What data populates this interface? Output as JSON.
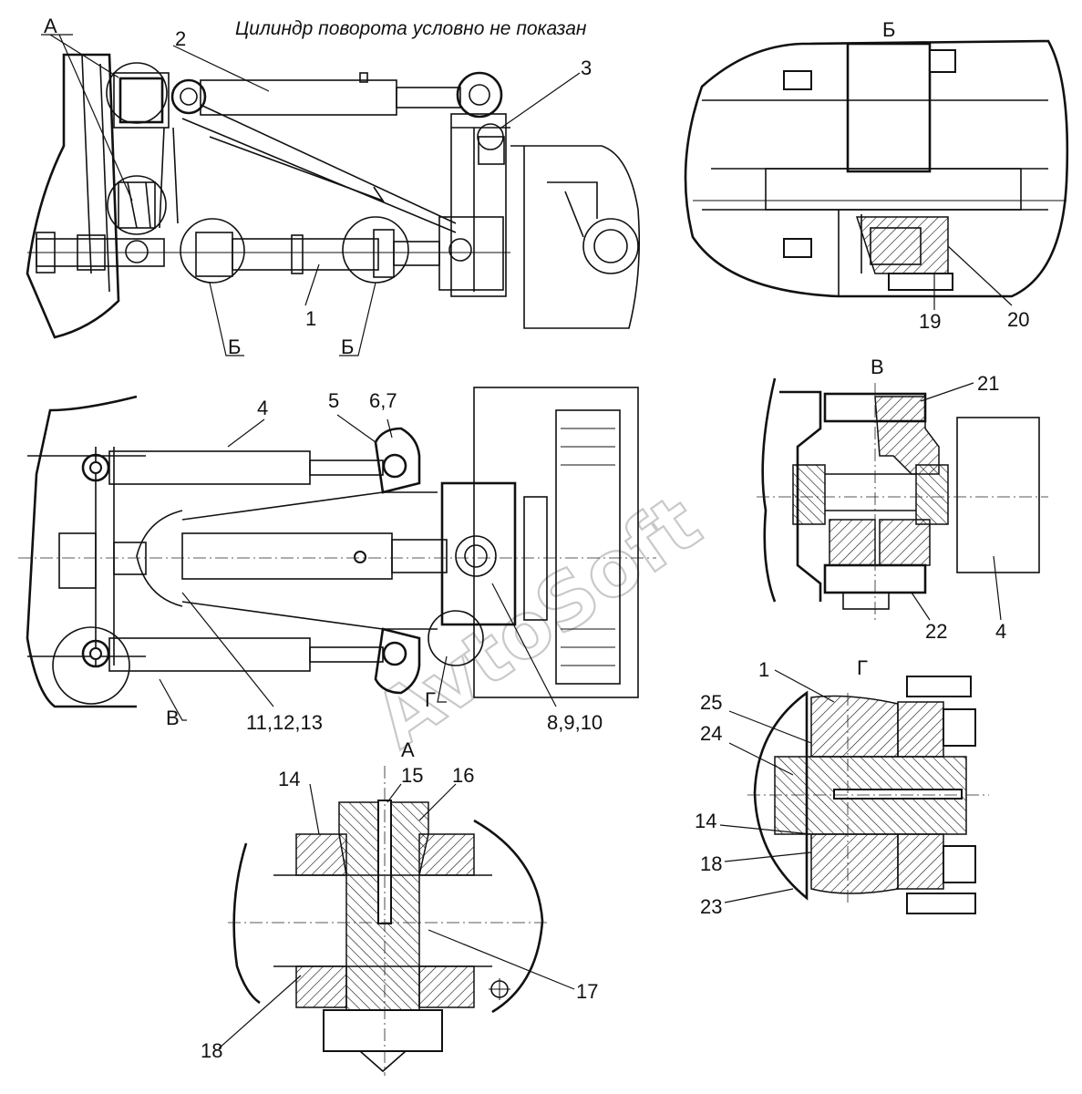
{
  "title": "Цилиндр   поворота  условно  не  показан",
  "watermark": "AvtoSoft",
  "views": {
    "top": {
      "labels": [
        "А",
        "2",
        "3",
        "1",
        "Б",
        "Б"
      ]
    },
    "b_view": {
      "title": "Б",
      "labels": [
        "19",
        "20"
      ]
    },
    "v_view": {
      "title": "В",
      "labels": [
        "21",
        "22",
        "4"
      ]
    },
    "middle": {
      "labels": [
        "4",
        "5",
        "6,7",
        "11,12,13",
        "В",
        "Г",
        "8,9,10"
      ]
    },
    "g_view": {
      "title": "Г",
      "labels": [
        "1",
        "25",
        "24",
        "14",
        "18",
        "23"
      ]
    },
    "a_view": {
      "title": "А",
      "labels": [
        "14",
        "15",
        "16",
        "17",
        "18"
      ]
    }
  }
}
